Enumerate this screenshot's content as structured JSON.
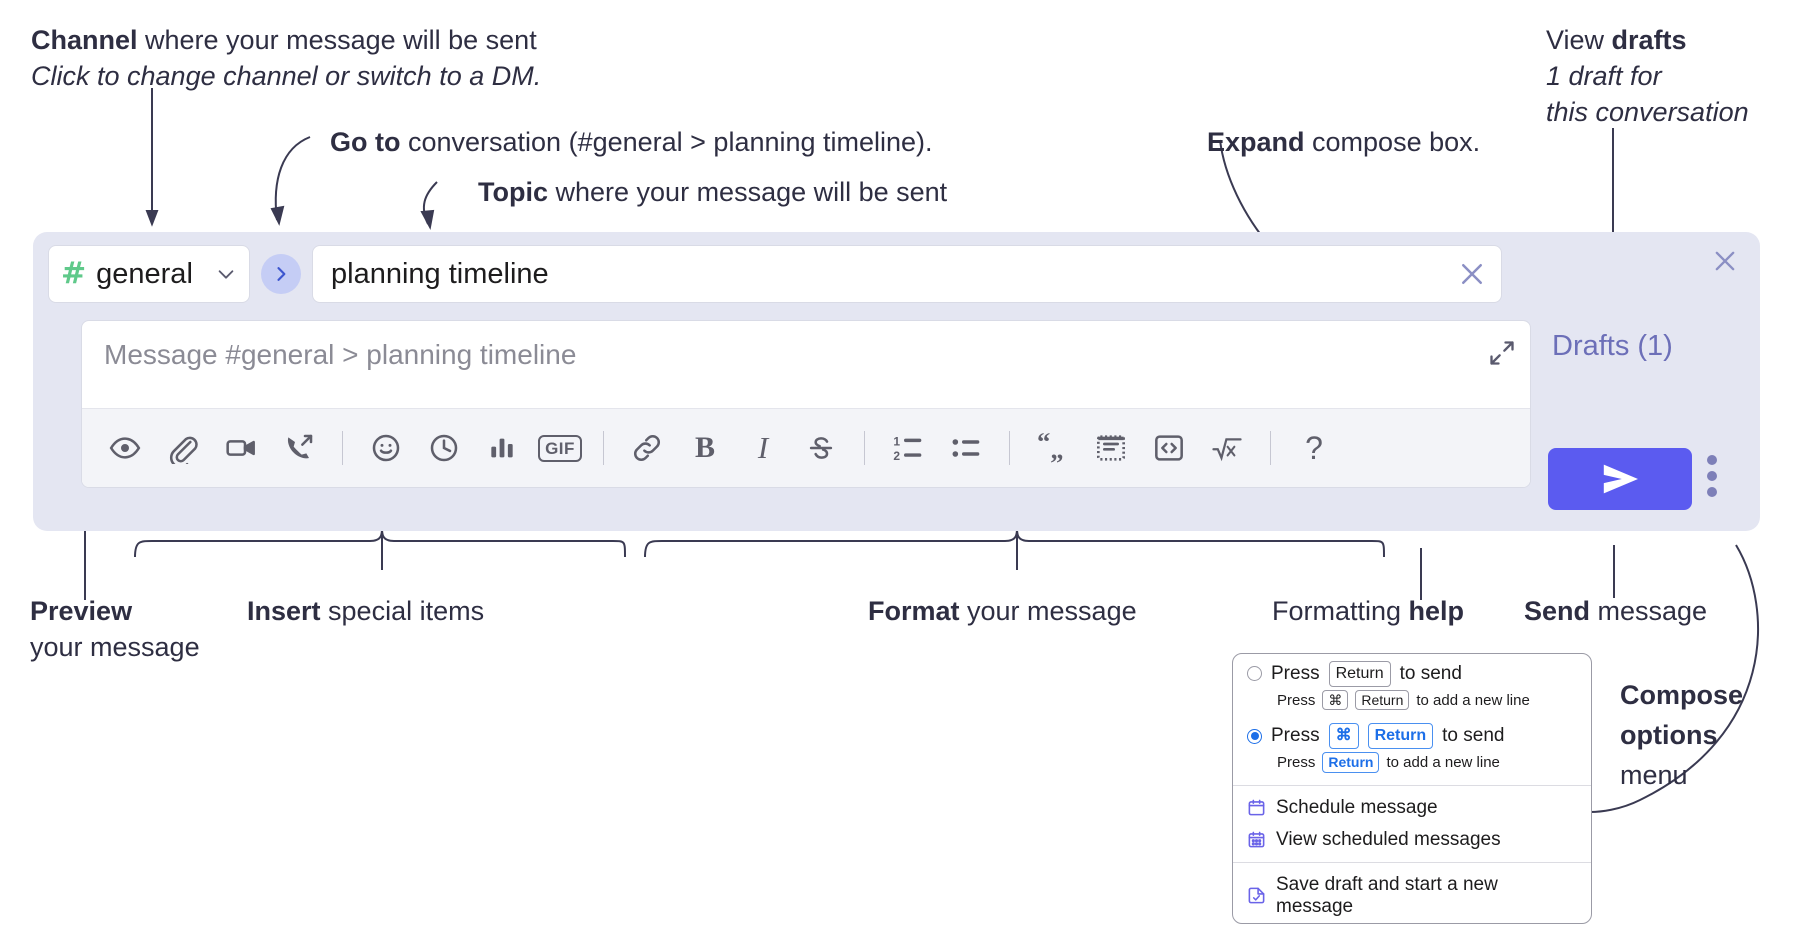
{
  "annotations": {
    "channel": {
      "bold": "Channel",
      "rest": " where your message will be sent",
      "italic": "Click to change channel or switch to a DM."
    },
    "goto": {
      "bold": "Go to",
      "rest": " conversation (#general > planning timeline)."
    },
    "topic": {
      "bold": "Topic",
      "rest": " where your message will be sent"
    },
    "expand": {
      "bold": "Expand",
      "rest": " compose box."
    },
    "drafts": {
      "line1_plain": "View ",
      "line1_bold": "drafts",
      "line2": "1 draft for",
      "line3": "this conversation"
    },
    "preview": {
      "bold": "Preview",
      "rest": "your message"
    },
    "insert": {
      "bold": "Insert",
      "rest": " special items"
    },
    "format": {
      "bold": "Format",
      "rest": " your message"
    },
    "help": {
      "plain": "Formatting ",
      "bold": "help"
    },
    "send": {
      "bold": "Send",
      "rest": " message"
    },
    "compose_options": {
      "bold1": "Compose",
      "bold2": "options",
      "rest": "menu"
    }
  },
  "compose": {
    "channel": {
      "icon": "hash-icon",
      "name": "general",
      "chevron": "chevron-down-icon"
    },
    "goto_button": {
      "icon": "chevron-right-icon",
      "label": "Go to conversation"
    },
    "topic": {
      "value": "planning timeline",
      "clear_icon": "close-icon"
    },
    "message": {
      "placeholder": "Message #general > planning timeline",
      "value": ""
    },
    "expand_icon": "expand-icon",
    "panel_close_icon": "close-icon",
    "drafts_label": "Drafts (1)",
    "drafts_count": 1,
    "send_icon": "send-paper-plane-icon",
    "kebab_icon": "more-vertical-icon",
    "toolbar": [
      {
        "name": "preview-button",
        "icon": "eye-icon",
        "label": "Preview"
      },
      {
        "name": "attach-button",
        "icon": "paperclip-icon",
        "label": "Attach file"
      },
      {
        "name": "video-button",
        "icon": "video-camera-icon",
        "label": "Record video clip"
      },
      {
        "name": "huddle-button",
        "icon": "phone-forward-icon",
        "label": "Start huddle"
      },
      {
        "name": "separator-1",
        "icon": "divider",
        "label": ""
      },
      {
        "name": "emoji-button",
        "icon": "smiley-icon",
        "label": "Emoji"
      },
      {
        "name": "schedule-button",
        "icon": "clock-icon",
        "label": "Schedule"
      },
      {
        "name": "poll-button",
        "icon": "bar-chart-icon",
        "label": "Poll"
      },
      {
        "name": "gif-button",
        "icon": "gif-icon",
        "label": "GIF"
      },
      {
        "name": "separator-2",
        "icon": "divider",
        "label": ""
      },
      {
        "name": "link-button",
        "icon": "link-icon",
        "label": "Link"
      },
      {
        "name": "bold-button",
        "icon": "bold-icon",
        "label": "B"
      },
      {
        "name": "italic-button",
        "icon": "italic-icon",
        "label": "I"
      },
      {
        "name": "strikethrough-button",
        "icon": "strikethrough-icon",
        "label": "S"
      },
      {
        "name": "separator-3",
        "icon": "divider",
        "label": ""
      },
      {
        "name": "ordered-list-button",
        "icon": "ordered-list-icon",
        "label": "1 2"
      },
      {
        "name": "bullet-list-button",
        "icon": "bullet-list-icon",
        "label": ""
      },
      {
        "name": "separator-4",
        "icon": "divider",
        "label": ""
      },
      {
        "name": "blockquote-button",
        "icon": "quote-icon",
        "label": ""
      },
      {
        "name": "code-block-button",
        "icon": "code-block-icon",
        "label": ""
      },
      {
        "name": "inline-code-button",
        "icon": "code-brackets-icon",
        "label": "<>"
      },
      {
        "name": "math-button",
        "icon": "square-root-x-icon",
        "label": ""
      },
      {
        "name": "separator-5",
        "icon": "divider",
        "label": ""
      },
      {
        "name": "formatting-help-button",
        "icon": "question-mark-icon",
        "label": "?"
      }
    ]
  },
  "menu": {
    "options": [
      {
        "selected": false,
        "prefix": "Press",
        "keys": [
          "Return"
        ],
        "suffix": "to send",
        "sub_prefix": "Press",
        "sub_keys": [
          "⌘",
          "Return"
        ],
        "sub_suffix": "to add a new line"
      },
      {
        "selected": true,
        "prefix": "Press",
        "keys": [
          "⌘",
          "Return"
        ],
        "suffix": "to send",
        "sub_prefix": "Press",
        "sub_keys": [
          "Return"
        ],
        "sub_suffix": "to add a new line"
      }
    ],
    "items": [
      {
        "icon": "calendar-icon",
        "label": "Schedule message"
      },
      {
        "icon": "calendar-grid-icon",
        "label": "View scheduled messages"
      },
      {
        "icon": "save-draft-icon",
        "label": "Save draft and start a new message"
      }
    ]
  },
  "colors": {
    "panel_bg": "#e4e6f2",
    "accent_send": "#5b5bf0",
    "hash_green": "#5fc98a",
    "goto_bg": "#c5cdf5",
    "drafts_text": "#6c6fb8",
    "menu_icon": "#6a63e8",
    "radio_blue": "#1d6fe8"
  }
}
